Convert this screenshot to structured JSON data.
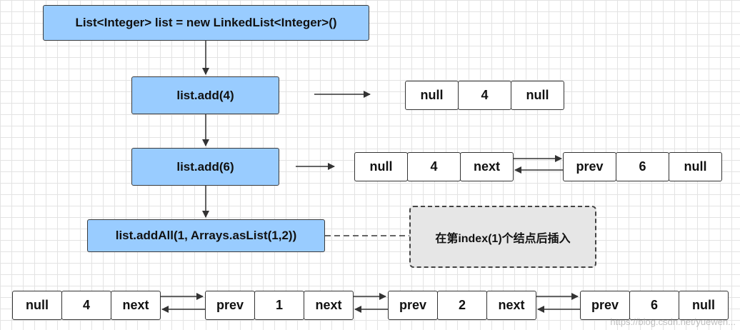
{
  "steps": {
    "init": "List<Integer> list = new LinkedList<Integer>()",
    "add4": "list.add(4)",
    "add6": "list.add(6)",
    "addAll": "list.addAll(1, Arrays.asList(1,2))"
  },
  "note": "在第index(1)个结点后插入",
  "row1": [
    "null",
    "4",
    "null"
  ],
  "row2": {
    "node1": [
      "null",
      "4",
      "next"
    ],
    "node2": [
      "prev",
      "6",
      "null"
    ]
  },
  "row3": {
    "node1": [
      "null",
      "4",
      "next"
    ],
    "node2": [
      "prev",
      "1",
      "next"
    ],
    "node3": [
      "prev",
      "2",
      "next"
    ],
    "node4": [
      "prev",
      "6",
      "null"
    ]
  },
  "watermark": "https://blog.csdn.net/yuewen..."
}
